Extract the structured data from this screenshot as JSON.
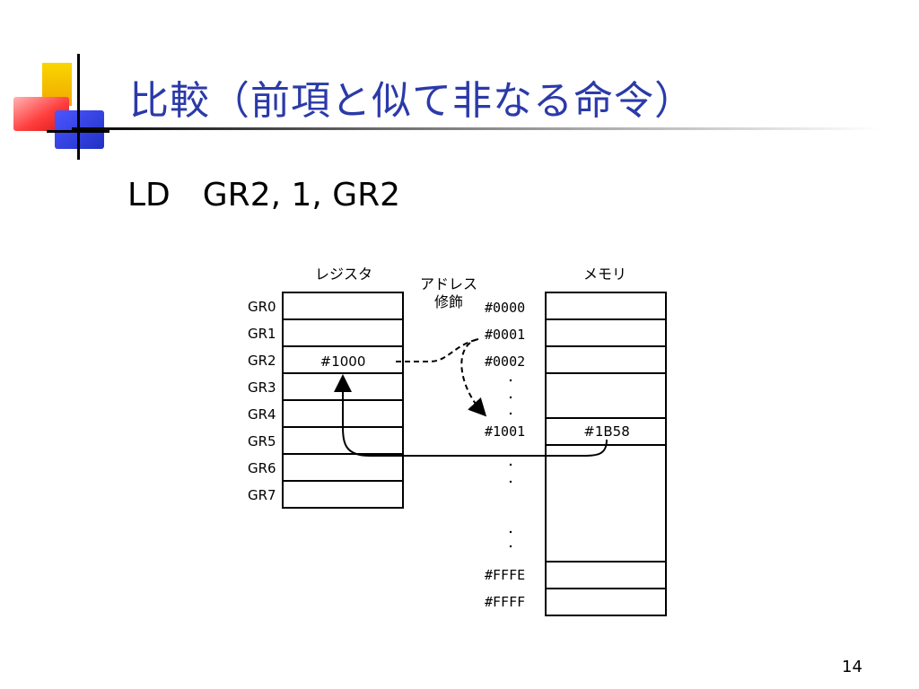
{
  "slide": {
    "title": "比較（前項と似て非なる命令）",
    "instruction": "LD　GR2, 1, GR2",
    "page_number": "14"
  },
  "diagram": {
    "register_header": "レジスタ",
    "address_modification_label": [
      "アドレス",
      "修飾"
    ],
    "memory_header": "メモリ",
    "registers": [
      "GR0",
      "GR1",
      "GR2",
      "GR3",
      "GR4",
      "GR5",
      "GR6",
      "GR7"
    ],
    "gr2_value": "#1000",
    "addresses": [
      "#0000",
      "#0001",
      "#0002",
      "#1001",
      "#FFFE",
      "#FFFF"
    ],
    "memory_value": "#1B58"
  },
  "colors": {
    "title": "#2b3aa8",
    "logo_yellow": "#f6c600",
    "logo_red": "#ff4c4c",
    "logo_blue": "#2d3ccf"
  }
}
